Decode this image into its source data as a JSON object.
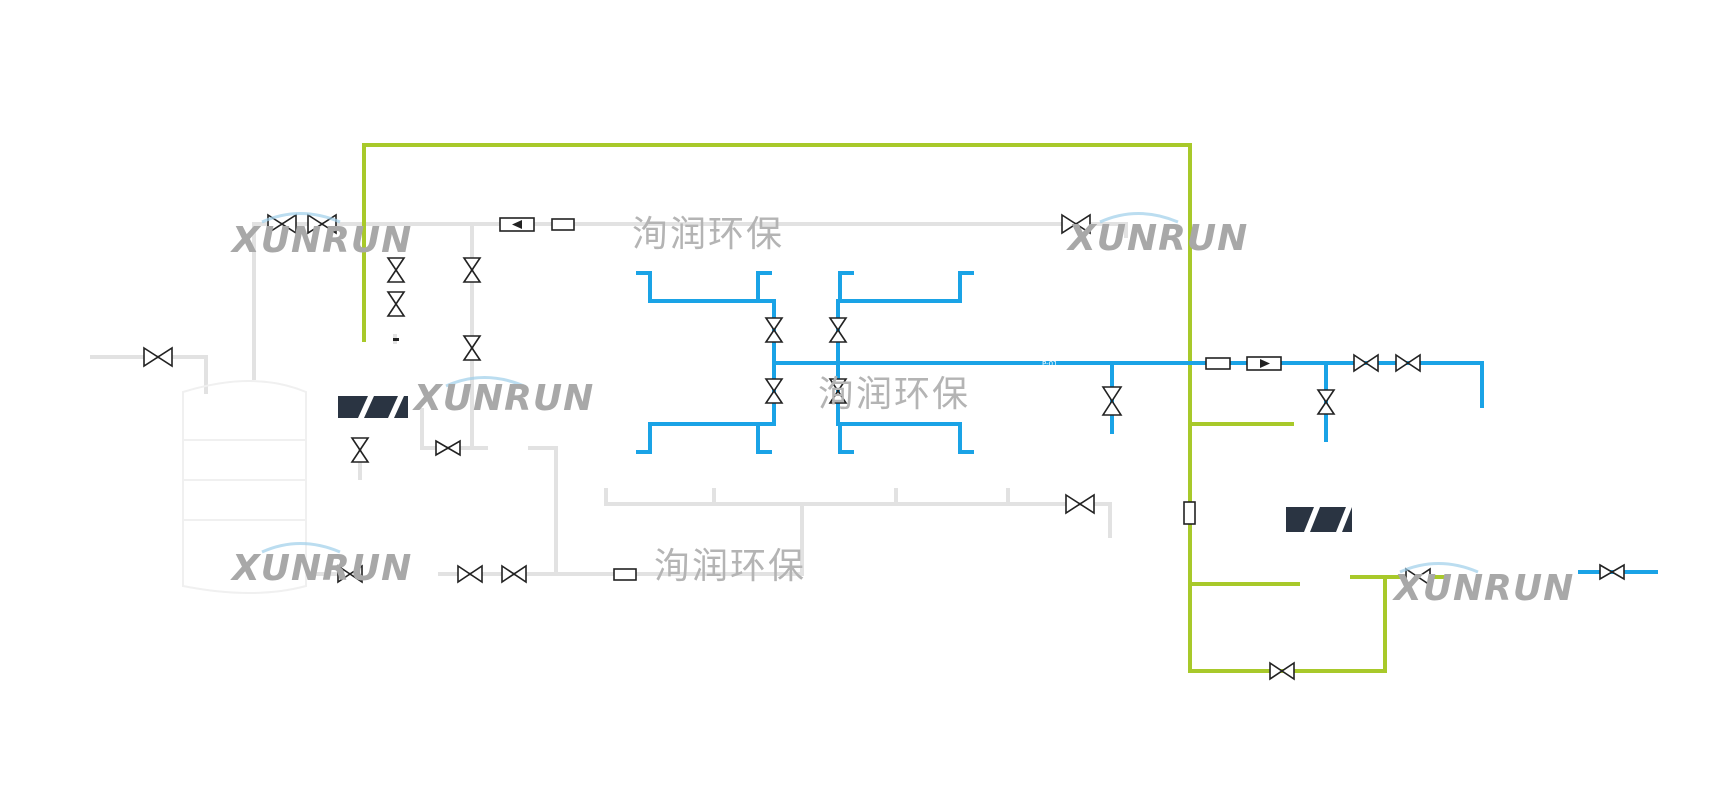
{
  "watermarks": {
    "en": [
      "XUNRUN",
      "XUNRUN",
      "XUNRUN",
      "XUNRUN",
      "XUNRUN"
    ],
    "cn": [
      "洵润环保",
      "洵润环保",
      "洵润环保"
    ]
  },
  "colors": {
    "pipe_gray": "#e2e2e2",
    "pipe_blue": "#1aa3e6",
    "pipe_green": "#a8c92a",
    "component_dark": "#2a3442",
    "watermark_text": "#a8a8a8"
  }
}
